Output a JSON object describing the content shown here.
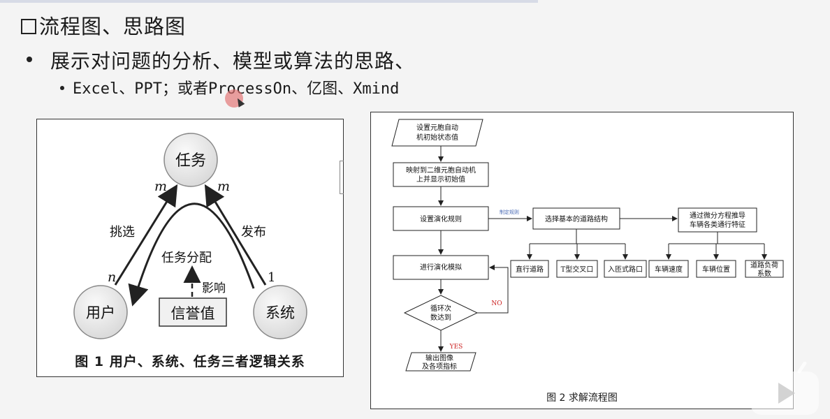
{
  "slide": {
    "heading": "流程图、思路图",
    "bullet1": "展示对问题的分析、模型或算法的思路、",
    "bullet2": "Excel、PPT；或者ProcessOn、亿图、Xmind"
  },
  "figure1": {
    "nodes": {
      "task": "任务",
      "user": "用户",
      "system": "系统",
      "reputation": "信誉值"
    },
    "edges": {
      "select": "挑选",
      "publish": "发布",
      "assign": "任务分配",
      "influence": "影响",
      "m_left": "m",
      "m_right": "m",
      "n": "n",
      "one": "1"
    },
    "caption": "图 1 用户、系统、任务三者逻辑关系"
  },
  "figure2": {
    "init_1": "设置元胞自动",
    "init_2": "机初始状态值",
    "map_1": "映射到二维元胞自动机",
    "map_2": "上并显示初始值",
    "rules": "设置演化规则",
    "rules_link": "制定规则",
    "road_structure": "选择基本的道路结构",
    "derive_1": "通过微分方程推导",
    "derive_2": "车辆各类通行特征",
    "road_straight": "直行道路",
    "road_t": "T型交叉口",
    "road_ramp": "入匝式路口",
    "car_speed": "车辆速度",
    "car_pos": "车辆位置",
    "load_1": "道路负荷",
    "load_2": "系数",
    "simulate": "进行演化模拟",
    "loop_1": "循环次",
    "loop_2": "数达到",
    "no": "NO",
    "yes": "YES",
    "output_1": "输出图像",
    "output_2": "及各项指标",
    "caption": "图 2 求解流程图"
  },
  "colors": {
    "accent_red": "#cc2222",
    "link_blue": "#4a6bb5"
  }
}
